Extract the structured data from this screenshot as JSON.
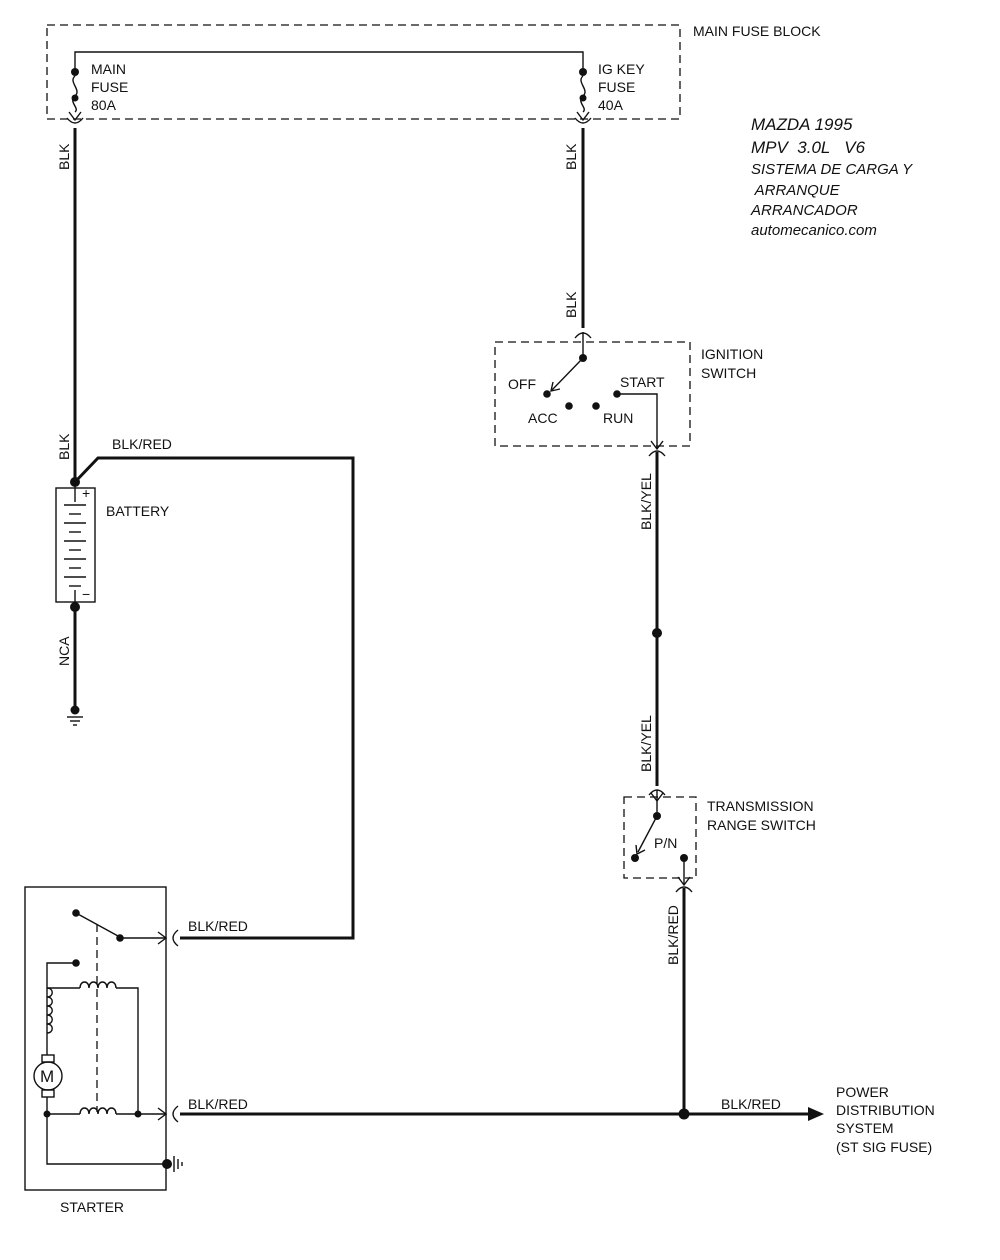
{
  "main_fuse_block": {
    "label": "MAIN FUSE BLOCK",
    "main_fuse": {
      "line1": "MAIN",
      "line2": "FUSE",
      "rating": "80A"
    },
    "ig_key_fuse": {
      "line1": "IG KEY",
      "line2": "FUSE",
      "rating": "40A"
    }
  },
  "title_block": {
    "line1": "MAZDA 1995",
    "line2": "MPV  3.0L   V6",
    "line3": "SISTEMA DE CARGA Y",
    "line4": " ARRANQUE",
    "line5": "ARRANCADOR",
    "line6": "automecanico.com"
  },
  "ignition_switch": {
    "label_line1": "IGNITION",
    "label_line2": "SWITCH",
    "positions": {
      "off": "OFF",
      "acc": "ACC",
      "run": "RUN",
      "start": "START"
    }
  },
  "battery": {
    "label": "BATTERY",
    "plus": "+",
    "minus": "−"
  },
  "transmission_range_switch": {
    "label_line1": "TRANSMISSION",
    "label_line2": "RANGE SWITCH",
    "position": "P/N"
  },
  "starter": {
    "label": "STARTER",
    "motor": "M"
  },
  "power_distribution": {
    "line1": "POWER",
    "line2": "DISTRIBUTION",
    "line3": "SYSTEM",
    "line4": "(ST SIG FUSE)"
  },
  "wires": {
    "blk_left_upper": "BLK",
    "blk_left_lower": "BLK",
    "blk_right_upper": "BLK",
    "blk_right_lower": "BLK",
    "blk_red_battery": "BLK/RED",
    "nca": "NCA",
    "blk_yel_upper": "BLK/YEL",
    "blk_yel_lower": "BLK/YEL",
    "blk_red_trs": "BLK/RED",
    "blk_red_starter_top": "BLK/RED",
    "blk_red_starter_bottom": "BLK/RED",
    "blk_red_pds": "BLK/RED"
  }
}
